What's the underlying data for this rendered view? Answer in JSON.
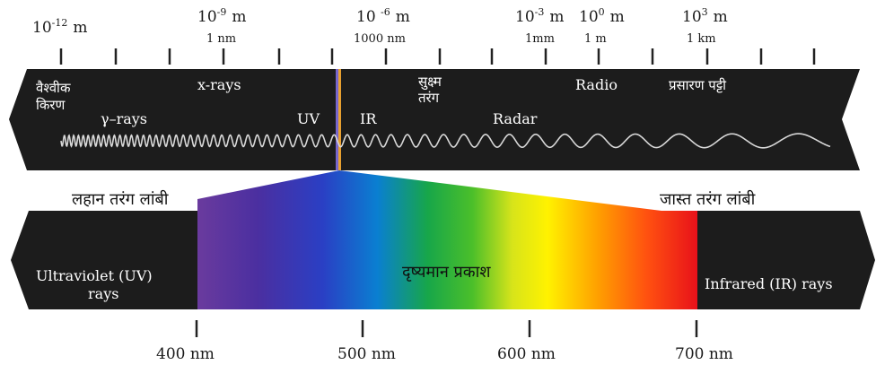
{
  "scale": {
    "ticks": [
      {
        "exp": "10",
        "sup": "-12",
        "unit": "m",
        "sub": ""
      },
      {
        "exp": "10",
        "sup": "-9",
        "unit": "m",
        "sub": "1 nm"
      },
      {
        "exp": "10 ",
        "sup": "-6",
        "unit": "m",
        "sub": "1000 nm"
      },
      {
        "exp": "10",
        "sup": "-3",
        "unit": "m",
        "sub": "1mm"
      },
      {
        "exp": "10",
        "sup": "0",
        "unit": "m",
        "sub": "1 m"
      },
      {
        "exp": "10",
        "sup": "3",
        "unit": "m",
        "sub": "1 km"
      }
    ]
  },
  "band": {
    "cosmic": [
      "वैश्वीक",
      "किरण"
    ],
    "xrays": "x-rays",
    "gamma": "γ–rays",
    "uv": "UV",
    "ir": "IR",
    "micro": [
      "सुक्ष्म",
      "तरंग"
    ],
    "radio": "Radio",
    "broadcast": "प्रसारण पट्टी",
    "radar": "Radar"
  },
  "spectrum": {
    "short_wave": "लहान तरंग लांबी",
    "long_wave": "जास्त तरंग लांबी",
    "uv_label": [
      "Ultraviolet (UV)",
      "rays"
    ],
    "visible_label": "दृष्यमान प्रकाश",
    "ir_label": "Infrared (IR) rays",
    "nm_ticks": [
      "400 nm",
      "500 nm",
      "600 nm",
      "700 nm"
    ]
  },
  "colors": {
    "band_bg": "#1c1c1c",
    "violet": "#5b2c91",
    "red": "#e8111a"
  }
}
